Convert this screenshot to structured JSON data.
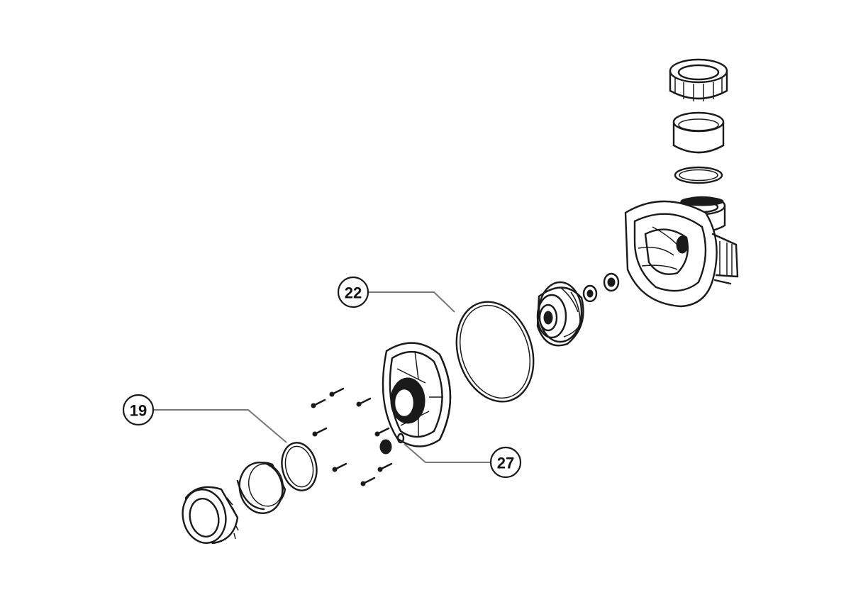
{
  "callouts": [
    {
      "id": "19",
      "label": "19"
    },
    {
      "id": "22",
      "label": "22"
    },
    {
      "id": "27",
      "label": "27"
    }
  ],
  "colors": {
    "line": "#1a1a1a",
    "leader": "#777777",
    "background": "#ffffff"
  }
}
